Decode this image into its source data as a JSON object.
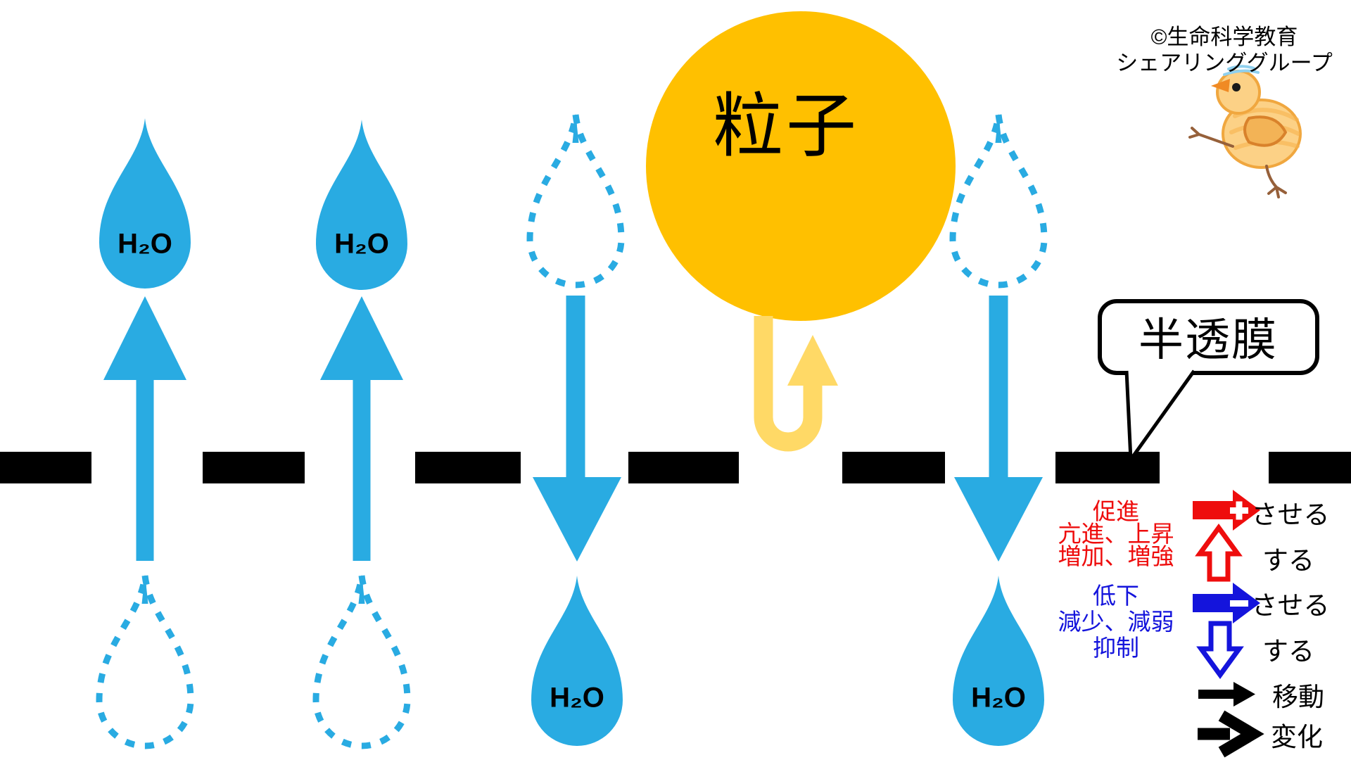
{
  "copyright": {
    "line1": "©生命科学教育",
    "line2": "シェアリンググループ"
  },
  "diagram": {
    "particle_label": "粒子",
    "membrane_callout": "半透膜",
    "water_label": "H₂O"
  },
  "legend": {
    "increase": {
      "line1": "促進",
      "line2": "亢進、上昇",
      "line3": "増加、増強",
      "cause": "させる",
      "do": "する"
    },
    "decrease": {
      "line1": "低下",
      "line2": "減少、減弱",
      "line3": "抑制",
      "cause": "させる",
      "do": "する"
    },
    "move": "移動",
    "change": "変化"
  },
  "colors": {
    "water_blue": "#29ABE2",
    "particle_orange": "#FFC000",
    "uturn_yellow": "#FFD966",
    "increase_red": "#EE0D0D",
    "decrease_blue": "#1414DC",
    "membrane_black": "#000000"
  }
}
